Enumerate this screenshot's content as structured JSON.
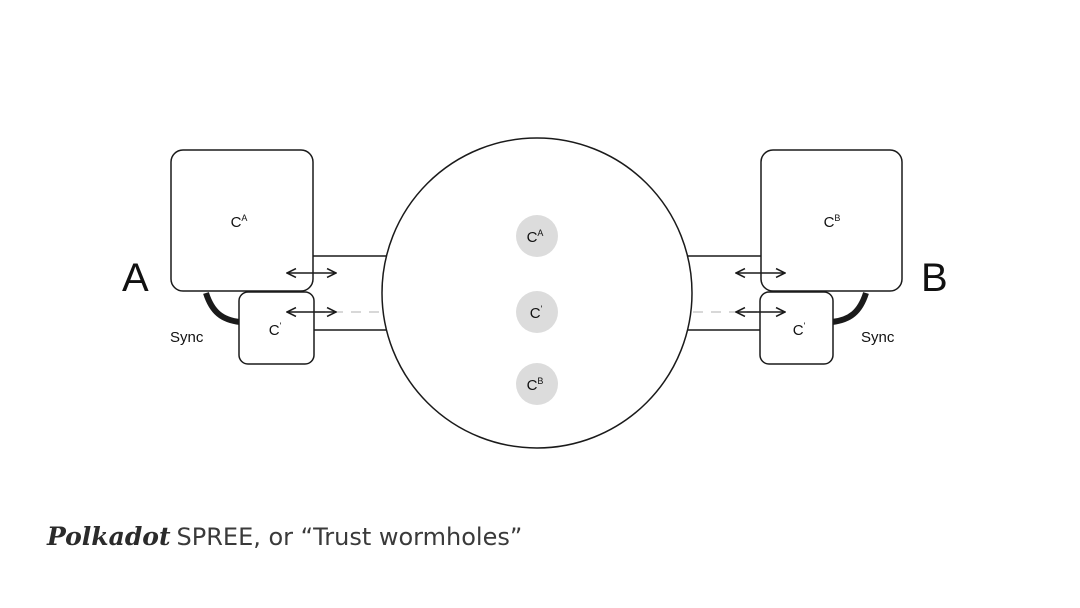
{
  "labels": {
    "party_left": "A",
    "party_right": "B",
    "chain_main": "C",
    "sup_a": "A",
    "sup_b": "B",
    "prime": "'",
    "sync": "Sync"
  },
  "caption": {
    "brand": "Polkadot",
    "text": "SPREE, or “Trust wormholes”"
  },
  "colors": {
    "stroke": "#1a1a1a",
    "node_fill": "#dcdcdc",
    "dashed": "#cccccc",
    "caption": "#333333"
  }
}
